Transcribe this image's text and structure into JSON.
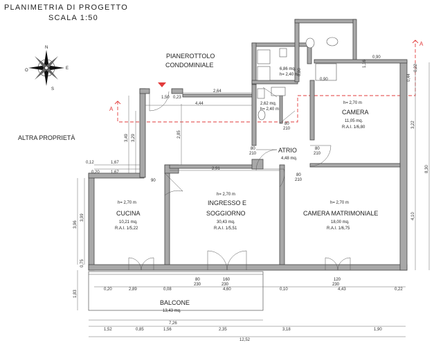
{
  "title": {
    "line1": "PLANIMETRIA DI PROGETTO",
    "line2": "SCALA 1:50"
  },
  "compass": {
    "n": "N",
    "e": "E",
    "s": "S",
    "o": "O"
  },
  "landing": {
    "line1": "PIANEROTTOLO",
    "line2": "CONDOMINIALE"
  },
  "other_property": "ALTRA PROPRIETÀ",
  "section_marker": "A",
  "rooms": {
    "cucina": {
      "h": "h= 2,70 m",
      "name": "CUCINA",
      "area": "10,21 mq.",
      "rai": "R.A.I. 1/5,22"
    },
    "ingresso": {
      "h": "h= 2,70 m",
      "name1": "INGRESSO E",
      "name2": "SOGGIORNO",
      "area": "30,43 mq.",
      "rai": "R.A.I. 1/5,51"
    },
    "matrimoniale": {
      "h": "h= 2,70 m",
      "name": "CAMERA MATRIMONIALE",
      "area": "18,00 mq.",
      "rai": "R.A.I. 1/6,75"
    },
    "camera": {
      "h": "h= 2,70 m",
      "name": "CAMERA",
      "area": "11,05 mq.",
      "rai": "R.A.I. 1/6,80"
    },
    "atrio": {
      "name": "ATRIO",
      "area": "4,48 mq."
    },
    "bagno1": {
      "area": "6,86 mq.",
      "h": "h= 2,40 m"
    },
    "bagno2": {
      "area": "2,62 mq.",
      "h": "h= 2,40 m"
    },
    "balcone": {
      "name": "BALCONE",
      "area": "13,43 mq."
    }
  },
  "dims": {
    "d_264": "2,64",
    "d_444": "4,44",
    "d_291": "2,91",
    "d_167a": "1,67",
    "d_167b": "1,67",
    "d_020": "0,20",
    "d_012": "0,12",
    "d_349": "3,49",
    "d_329": "3,29",
    "d_285": "2,85",
    "d_396": "3,96",
    "d_399": "3,99",
    "d_075": "0,75",
    "d_183": "1,83",
    "d_322": "3,22",
    "d_410": "4,10",
    "d_830": "8,30",
    "d_044": "0,44",
    "d_022a": "0,22",
    "d_022b": "0,22",
    "d_150": "1,50",
    "d_023": "0,23",
    "d_090": "0,90",
    "d_080": "0,80",
    "d_116": "1,16",
    "d_b020": "0,20",
    "d_b289": "2,89",
    "d_b008": "0,08",
    "d_b460": "4,60",
    "d_b010": "0,10",
    "d_b443": "4,43",
    "d_726": "7,26",
    "d_152": "1,52",
    "d_085": "0,85",
    "d_156": "1,56",
    "d_235": "2,35",
    "d_318": "3,18",
    "d_190": "1,90",
    "d_1252": "12,52"
  },
  "door_labels": {
    "d80": "80",
    "d210": "210",
    "d90": "90",
    "d230": "230",
    "d160": "160",
    "d120": "120"
  }
}
